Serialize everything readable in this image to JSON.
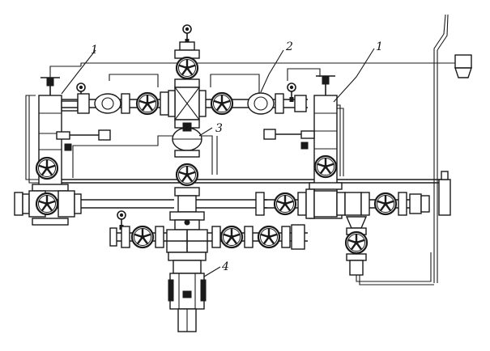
{
  "callouts": [
    {
      "id": "1-left",
      "text": "1"
    },
    {
      "id": "2",
      "text": "2"
    },
    {
      "id": "1-right",
      "text": "1"
    },
    {
      "id": "3",
      "text": "3"
    },
    {
      "id": "4",
      "text": "4"
    }
  ]
}
